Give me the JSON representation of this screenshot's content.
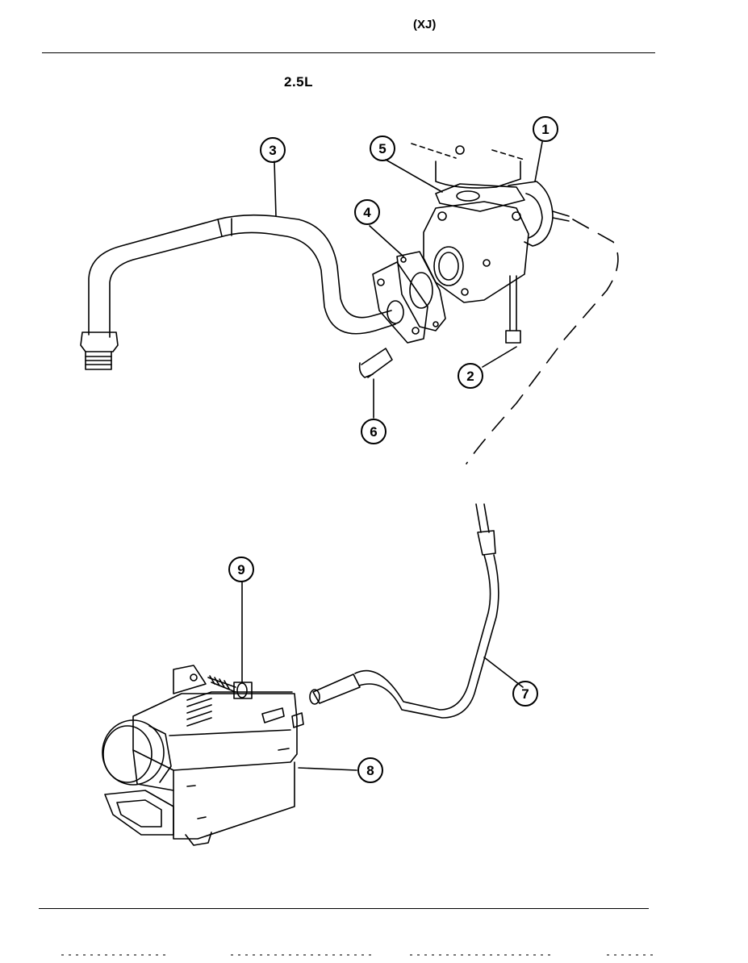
{
  "header": {
    "model_code": "(XJ)"
  },
  "figure": {
    "engine_label": "2.5L",
    "callouts": [
      "1",
      "2",
      "3",
      "4",
      "5",
      "6",
      "7",
      "8",
      "9"
    ]
  }
}
